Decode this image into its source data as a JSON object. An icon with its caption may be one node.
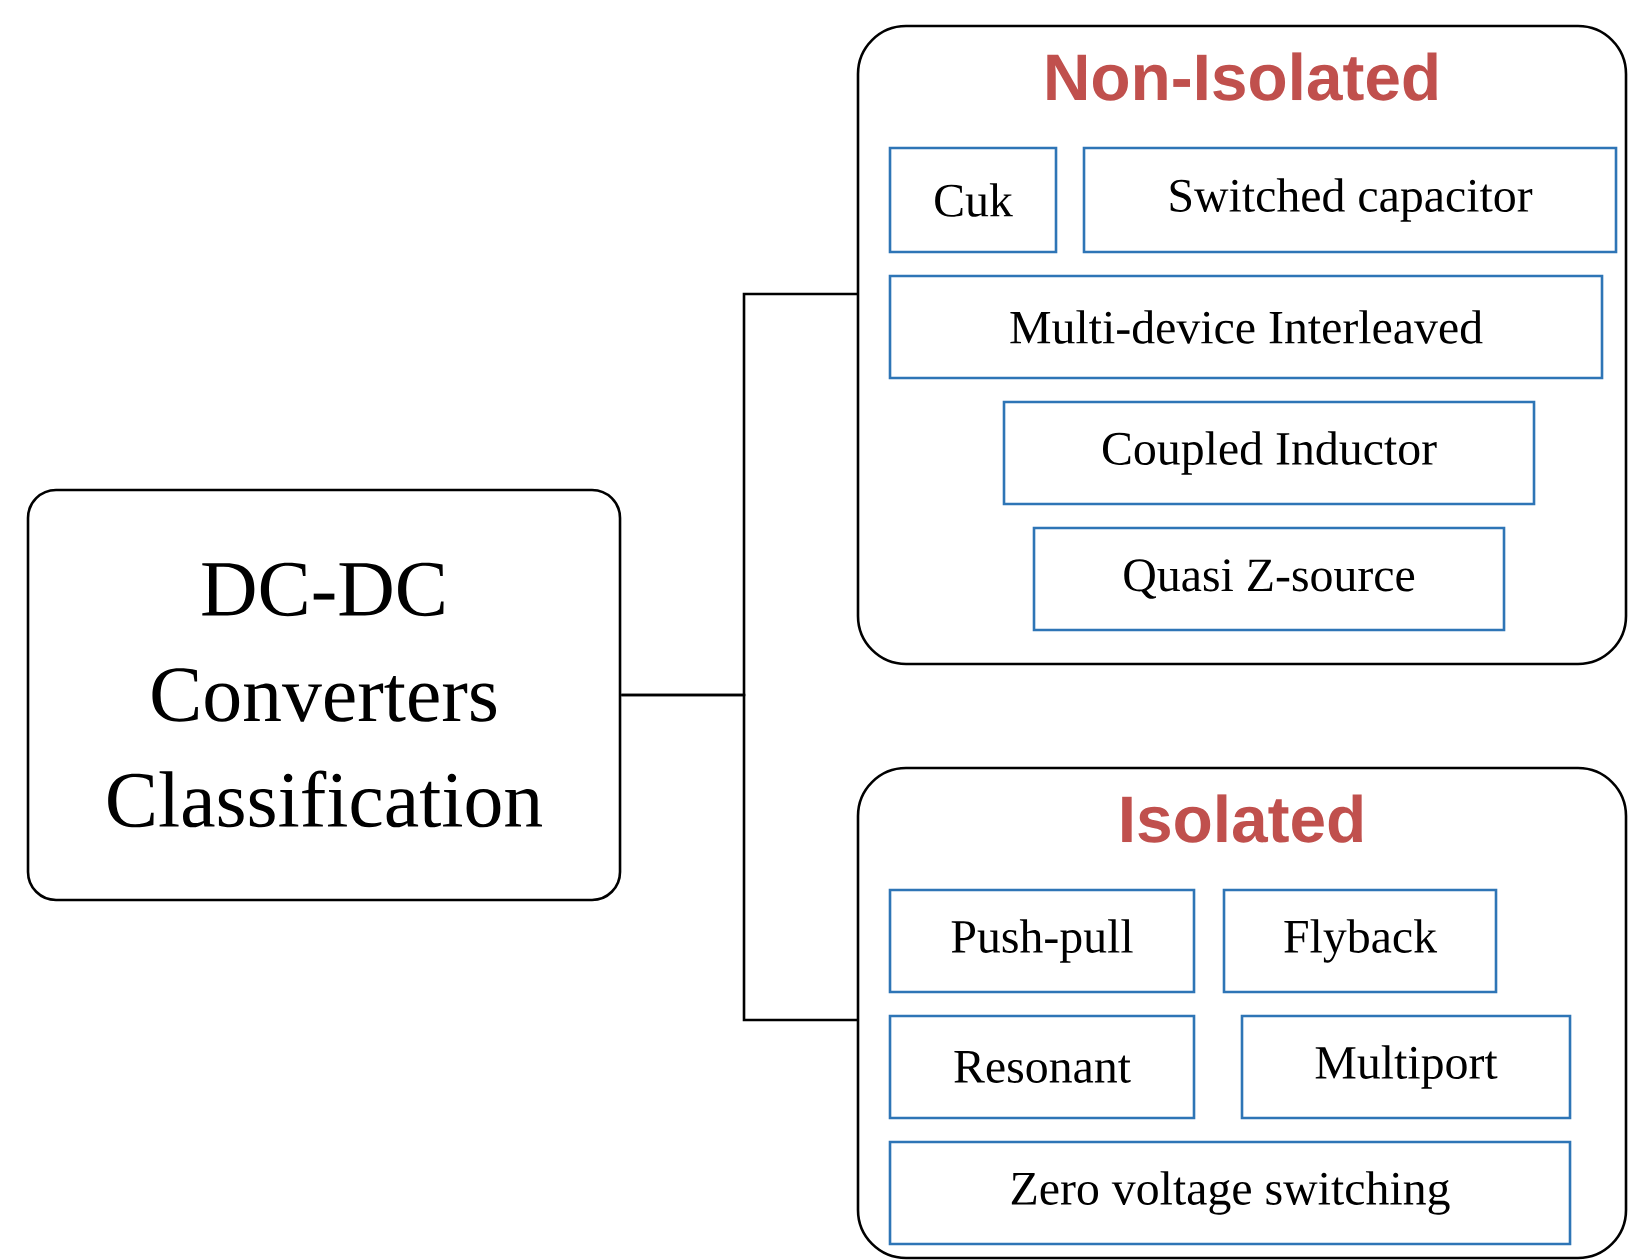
{
  "diagram": {
    "nodes": [
      {
        "text": [
          "DC-DC Converters Classification"
        ]
      },
      {
        "text": [
          "Non-Isolated"
        ]
      },
      {
        "text": [
          "Cuk"
        ],
        "in": 1
      },
      {
        "text": [
          "Switched capacitor"
        ],
        "in": 1
      },
      {
        "text": [
          "Multi-device Interleaved"
        ],
        "in": 1
      },
      {
        "text": [
          "Coupled Inductor"
        ],
        "in": 1
      },
      {
        "text": [
          "Quasi Z-source"
        ],
        "in": 1
      },
      {
        "text": [
          "Isolated"
        ]
      },
      {
        "text": [
          "Push-pull"
        ],
        "in": 7
      },
      {
        "text": [
          "Flyback"
        ],
        "in": 7
      },
      {
        "text": [
          "Resonant"
        ],
        "in": 7
      },
      {
        "text": [
          "Multiport"
        ],
        "in": 7
      },
      {
        "text": [
          "Zero voltage switching"
        ],
        "in": 7
      }
    ],
    "edges": [
      {
        "from": 0,
        "to": 1,
        "arrow": "none"
      },
      {
        "from": 0,
        "to": 7,
        "arrow": "none"
      }
    ]
  }
}
